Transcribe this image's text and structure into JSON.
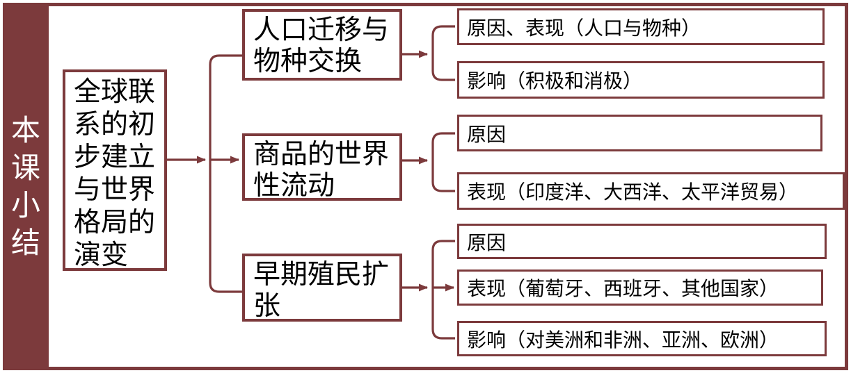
{
  "colors": {
    "maroon": "#7C3A3C",
    "background": "#FFFFFF",
    "text": "#000000",
    "sidebar_text": "#FFFFFF"
  },
  "sidebar": {
    "title": "本课小结"
  },
  "root": {
    "label": "全球联系的初步建立与世界格局的演变"
  },
  "branches": [
    {
      "label": "人口迁移与物种交换",
      "children": [
        "原因、表现（人口与物种）",
        "影响（积极和消极）"
      ]
    },
    {
      "label": "商品的世界性流动",
      "children": [
        "原因",
        "表现（印度洋、大西洋、太平洋贸易）"
      ]
    },
    {
      "label": "早期殖民扩张",
      "children": [
        "原因",
        "表现（葡萄牙、西班牙、其他国家）",
        "影响（对美洲和非洲、亚洲、欧洲）"
      ]
    }
  ]
}
